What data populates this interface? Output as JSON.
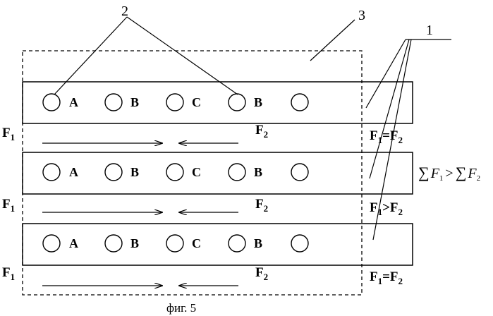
{
  "callouts": {
    "part2": "2",
    "part3": "3",
    "part1": "1"
  },
  "rows": [
    {
      "circles": [
        "A",
        "B",
        "C",
        "B",
        ""
      ],
      "f1": "F",
      "f1_sub": "1",
      "f2": "F",
      "f2_sub": "2",
      "condition": {
        "a": "F",
        "a_sub": "1",
        "op": "=F",
        "b_sub": "2"
      }
    },
    {
      "circles": [
        "A",
        "B",
        "C",
        "B",
        ""
      ],
      "f1": "F",
      "f1_sub": "1",
      "f2": "F",
      "f2_sub": "2",
      "condition": {
        "a": "F",
        "a_sub": "1",
        "op": ">F",
        "b_sub": "2"
      }
    },
    {
      "circles": [
        "A",
        "B",
        "C",
        "B",
        ""
      ],
      "f1": "F",
      "f1_sub": "1",
      "f2": "F",
      "f2_sub": "2",
      "condition": {
        "a": "F",
        "a_sub": "1",
        "op": "=F",
        "b_sub": "2"
      }
    }
  ],
  "sum_inequality": {
    "sigma1": "∑",
    "f1": "F",
    "f1_sub": "1",
    "op": ">",
    "sigma2": "∑",
    "f2": "F",
    "f2_sub": "2"
  },
  "caption": "фиг. 5"
}
